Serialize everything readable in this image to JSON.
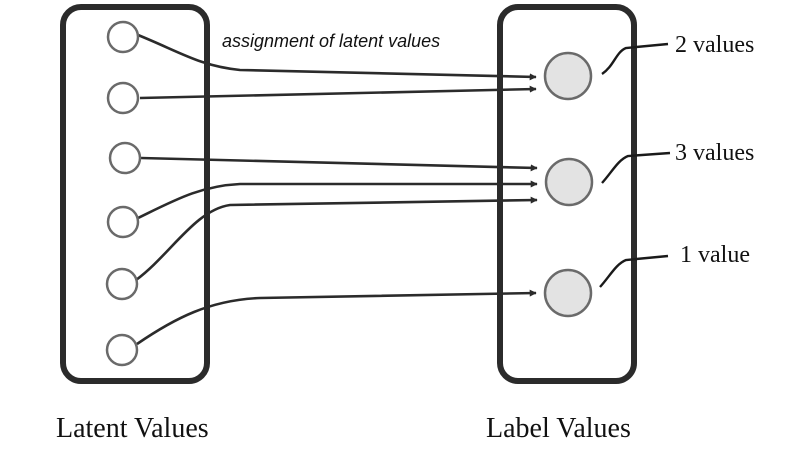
{
  "diagram": {
    "caption": "assignment of latent values",
    "latent_panel_label": "Latent Values",
    "label_panel_label": "Label Values",
    "latent_nodes": [
      "latent-1",
      "latent-2",
      "latent-3",
      "latent-4",
      "latent-5",
      "latent-6"
    ],
    "label_nodes": [
      {
        "id": "label-1",
        "count_text": "2 values"
      },
      {
        "id": "label-2",
        "count_text": "3 values"
      },
      {
        "id": "label-3",
        "count_text": "1 value"
      }
    ],
    "assignments": [
      {
        "from": "latent-1",
        "to": "label-1"
      },
      {
        "from": "latent-2",
        "to": "label-1"
      },
      {
        "from": "latent-3",
        "to": "label-2"
      },
      {
        "from": "latent-4",
        "to": "label-2"
      },
      {
        "from": "latent-5",
        "to": "label-2"
      },
      {
        "from": "latent-6",
        "to": "label-3"
      }
    ],
    "colors": {
      "panel_border": "#2b2b2b",
      "latent_fill": "#ffffff",
      "label_fill": "#e3e3e3",
      "node_stroke": "#6a6a6a",
      "arrow": "#2b2b2b"
    }
  }
}
